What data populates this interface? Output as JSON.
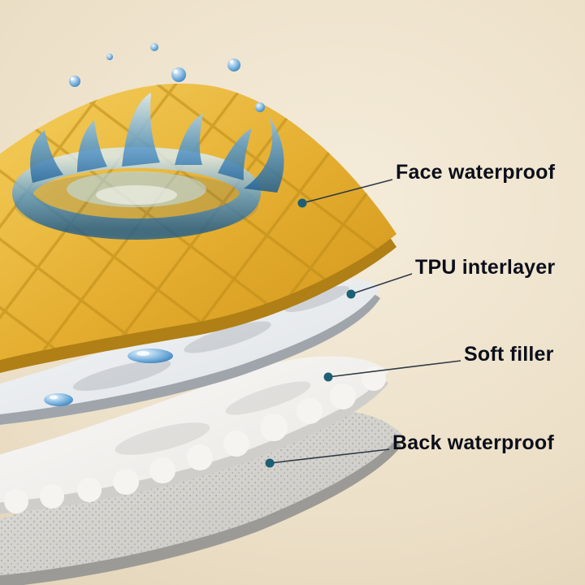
{
  "labels": [
    {
      "text": "Face waterproof"
    },
    {
      "text": "TPU interlayer"
    },
    {
      "text": "Soft filler"
    },
    {
      "text": "Back waterproof"
    }
  ],
  "colors": {
    "background": "#ecdfc7",
    "face_layer": "#e2ac2e",
    "face_layer_edge": "#b07f15",
    "tpu_layer": "#eef0f2",
    "tpu_layer_edge": "#9fa5ab",
    "soft_filler": "#f6f5f2",
    "soft_filler_edge": "#cfcecb",
    "back_layer": "#d9d8d4",
    "back_layer_edge": "#9b9a96",
    "water": "#3f88c5",
    "dot": "#1d5f74",
    "line": "#2e3a45",
    "text": "#0c0f1a"
  }
}
